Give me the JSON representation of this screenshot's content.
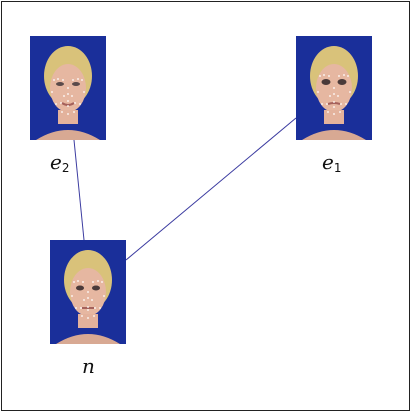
{
  "diagram": {
    "nodes": [
      {
        "id": "e2",
        "symbol": "e",
        "subscript": "2",
        "icon": "face-photo-icon"
      },
      {
        "id": "e1",
        "symbol": "e",
        "subscript": "1",
        "icon": "face-photo-icon"
      },
      {
        "id": "n",
        "symbol": "n",
        "subscript": "",
        "icon": "face-photo-icon"
      }
    ],
    "edges": [
      {
        "from": "n",
        "to": "e2"
      },
      {
        "from": "n",
        "to": "e1"
      }
    ],
    "colors": {
      "edge": "#3b3ba0",
      "photo_background": "#1a2f9a",
      "landmarks": "#ffffff"
    }
  }
}
